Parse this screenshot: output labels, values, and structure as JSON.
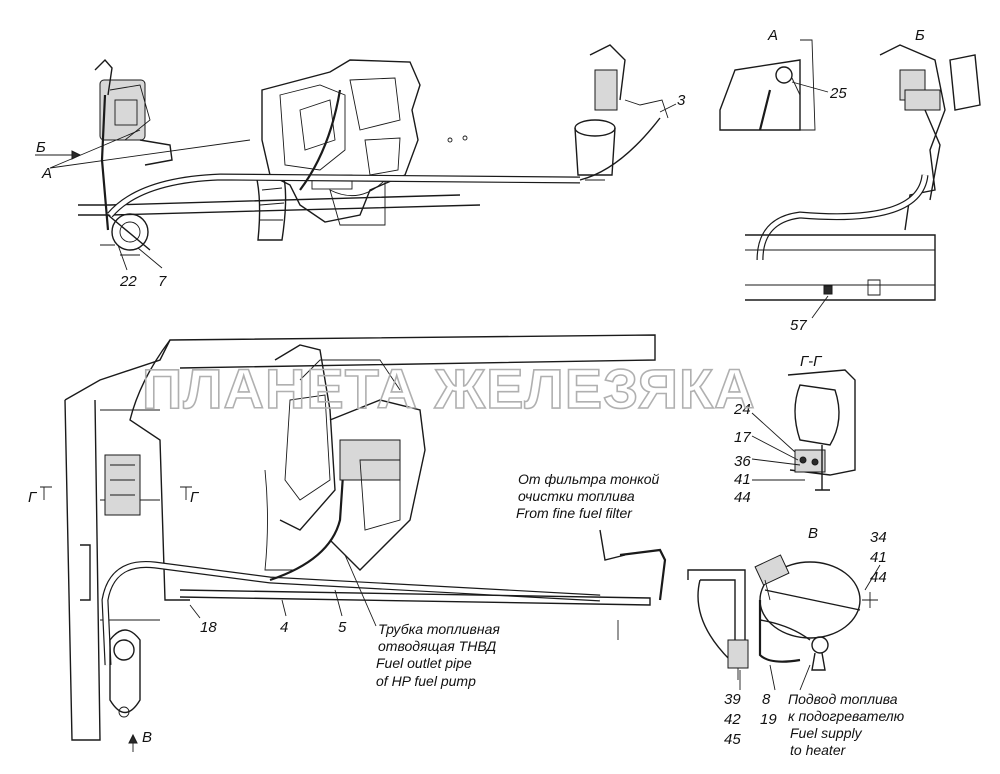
{
  "watermark": "ПЛАНЕТА ЖЕЛЕЗЯКА",
  "views": {
    "view_a": "А",
    "view_b": "Б",
    "section_g": "Г-Г",
    "view_v": "В",
    "arrow_b": "Б",
    "arrow_a": "А",
    "section_mark_left": "Г",
    "section_mark_right": "Г",
    "arrow_v": "В"
  },
  "callouts": {
    "c3": "3",
    "c25": "25",
    "c22": "22",
    "c7": "7",
    "c57": "57",
    "c24": "24",
    "c17": "17",
    "c36": "36",
    "c41a": "41",
    "c44a": "44",
    "c18": "18",
    "c4": "4",
    "c5": "5",
    "c34": "34",
    "c41b": "41",
    "c44b": "44",
    "c39": "39",
    "c42": "42",
    "c45": "45",
    "c8": "8",
    "c19": "19"
  },
  "notes": {
    "fine_filter_ru1": "От фильтра тонкой",
    "fine_filter_ru2": "очистки топлива",
    "fine_filter_en": "From fine  fuel filter",
    "outlet_ru1": "Трубка топливная",
    "outlet_ru2": "отводящая ТНВД",
    "outlet_en1": "Fuel outlet pipe",
    "outlet_en2": "of HP fuel pump",
    "supply_ru1": "Подвод топлива",
    "supply_ru2": "к подогревателю",
    "supply_en1": "Fuel supply",
    "supply_en2": "to heater"
  }
}
